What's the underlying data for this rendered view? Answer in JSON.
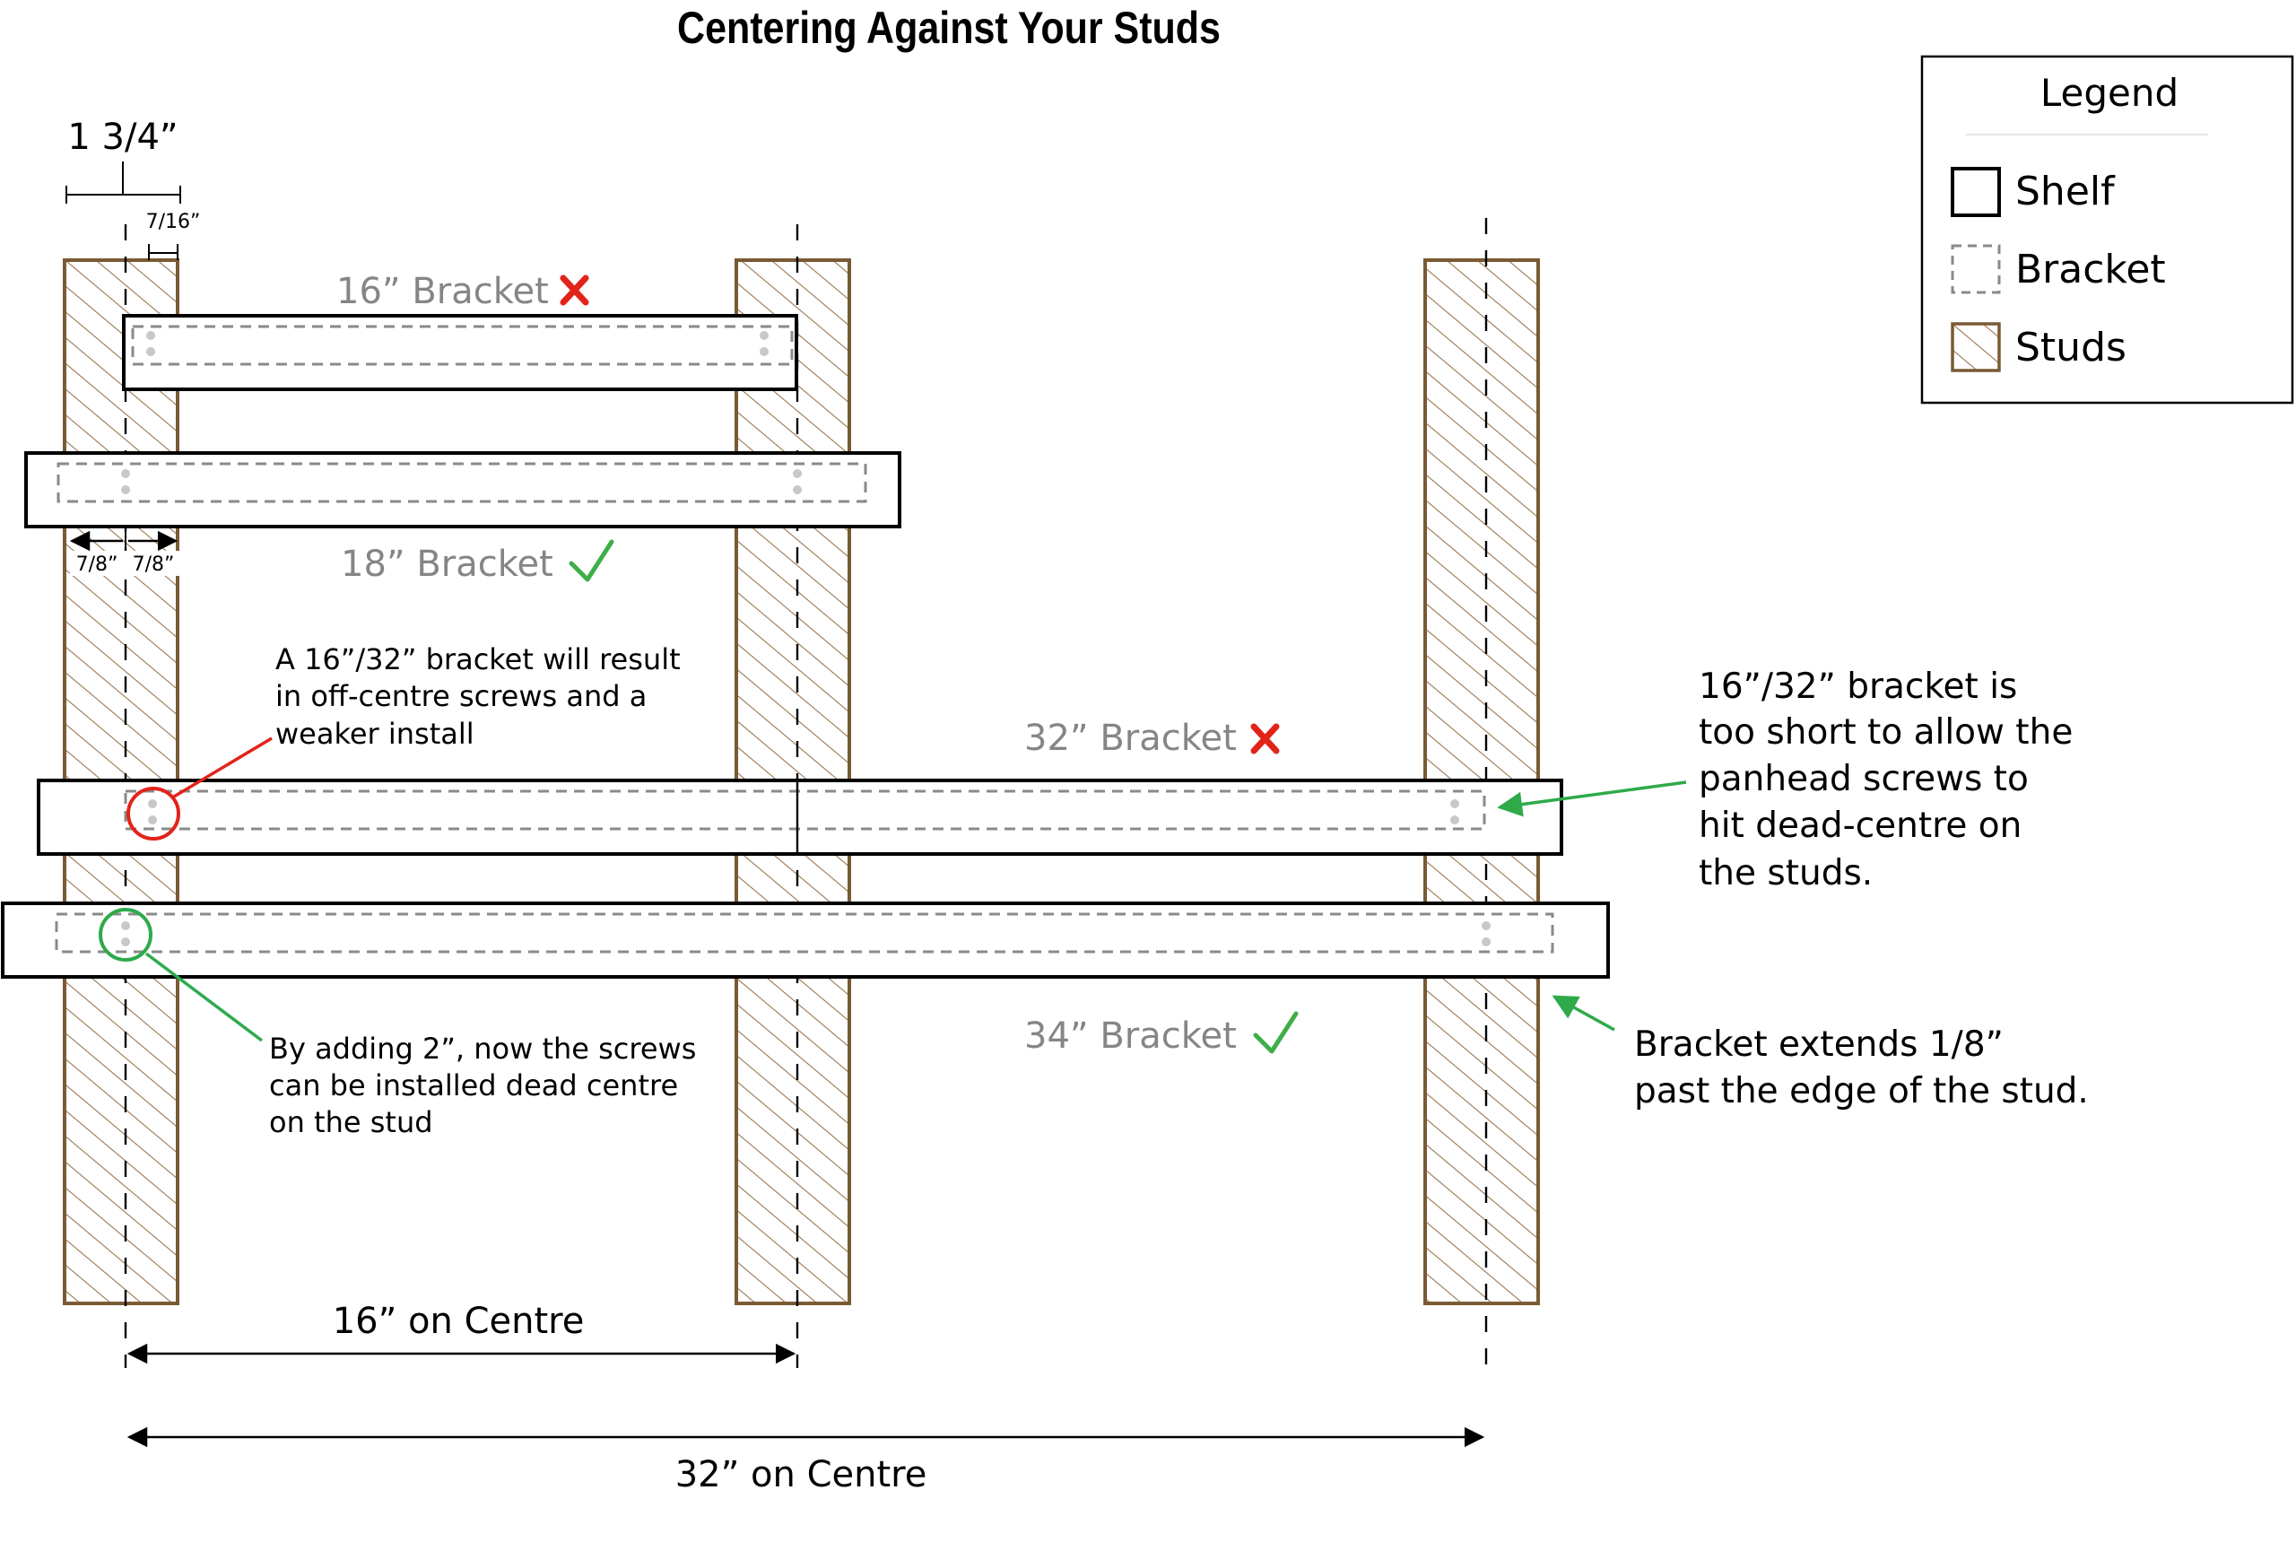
{
  "title": "Centering Against Your Studs",
  "legend": {
    "title": "Legend",
    "items": [
      "Shelf",
      "Bracket",
      "Studs"
    ]
  },
  "dimensions": {
    "stud_width": "1 3/4”",
    "half_stud_offset": "7/16”",
    "left_of_centre": "7/8”",
    "right_of_centre": "7/8”",
    "spacing_16": "16” on Centre",
    "spacing_32": "32” on Centre"
  },
  "brackets": [
    {
      "label": "16” Bracket",
      "status": "cross"
    },
    {
      "label": "18” Bracket",
      "status": "check"
    },
    {
      "label": "32” Bracket",
      "status": "cross"
    },
    {
      "label": "34” Bracket",
      "status": "check"
    }
  ],
  "annotations": {
    "off_centre": [
      "A 16”/32” bracket will result",
      "in off-centre screws and a",
      "weaker install"
    ],
    "adding_two": [
      "By adding 2”, now the screws",
      "can be installed dead centre",
      "on the stud"
    ],
    "too_short": [
      "16”/32” bracket is",
      "too short to allow the",
      "panhead screws to",
      "hit dead-centre on",
      "the studs."
    ],
    "extends": [
      "Bracket extends 1/8”",
      "past the edge of the stud."
    ]
  },
  "colors": {
    "stud_fill": "#c79a6e",
    "stud_stroke": "#7a5a34",
    "bracket_dash": "#8a8a8a",
    "label_gray": "#858585",
    "cross_red": "#e2231a",
    "check_green": "#3fae49",
    "callout_red": "#e2231a",
    "callout_green": "#2eaa4a"
  }
}
